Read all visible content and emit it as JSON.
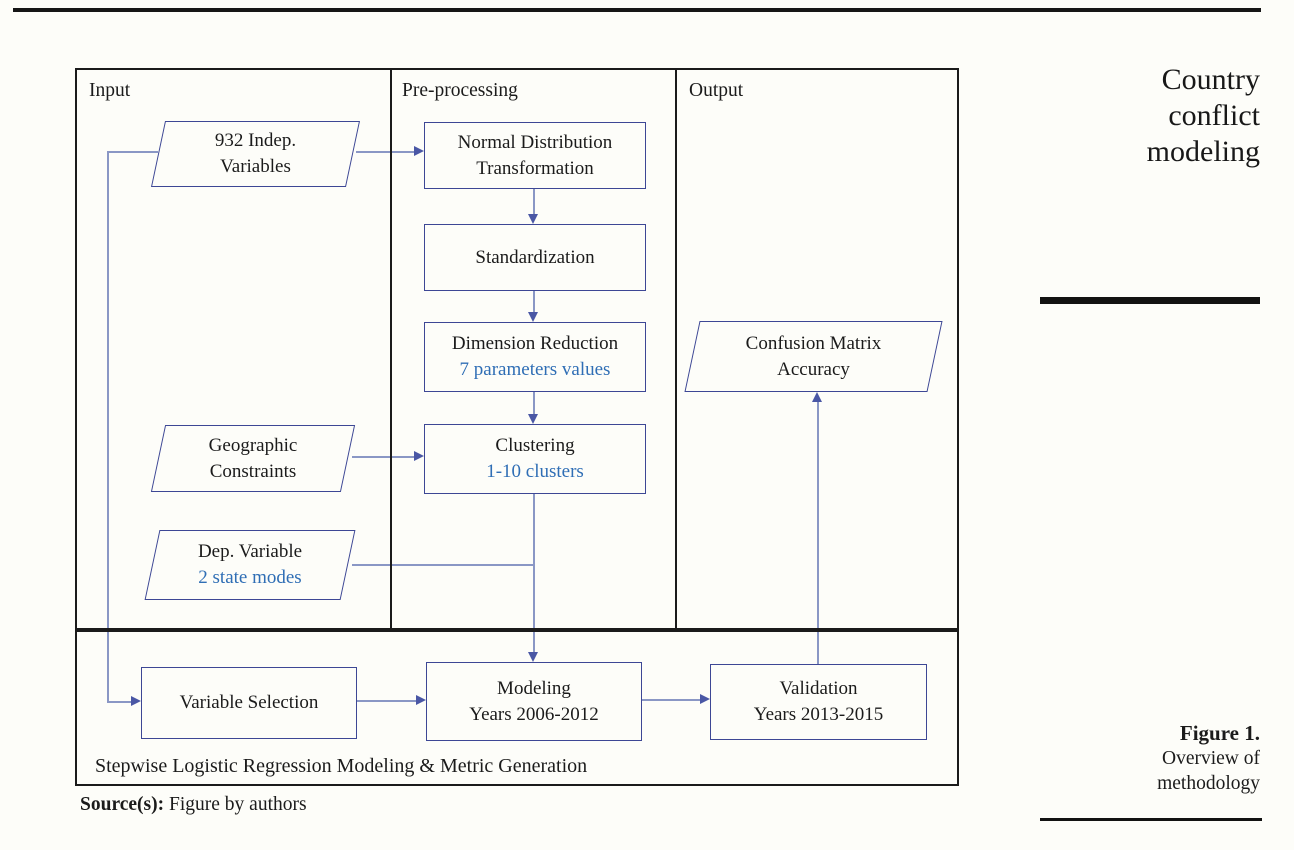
{
  "page_header": {
    "running_title": "Country conflict modeling"
  },
  "figure_caption": {
    "label": "Figure 1.",
    "description": "Overview of methodology"
  },
  "source_note": {
    "prefix": "Source(s):",
    "text": " Figure by authors"
  },
  "diagram": {
    "panel_labels": {
      "input": "Input",
      "preprocessing": "Pre-processing",
      "output": "Output"
    },
    "nodes": {
      "indep_vars": {
        "line1": "932 Indep.",
        "line2": "Variables"
      },
      "geo_constraints": {
        "line1": "Geographic",
        "line2": "Constraints"
      },
      "dep_variable": {
        "line1": "Dep. Variable",
        "line2": "2 state modes"
      },
      "normal_dist": {
        "line1": "Normal Distribution",
        "line2": "Transformation"
      },
      "standardization": {
        "line1": "Standardization"
      },
      "dim_reduction": {
        "line1": "Dimension Reduction",
        "line2": "7 parameters values"
      },
      "clustering": {
        "line1": "Clustering",
        "line2": "1-10 clusters"
      },
      "confusion_matrix": {
        "line1": "Confusion Matrix",
        "line2": "Accuracy"
      },
      "variable_selection": {
        "line1": "Variable Selection"
      },
      "modeling": {
        "line1": "Modeling",
        "line2": "Years 2006-2012"
      },
      "validation": {
        "line1": "Validation",
        "line2": "Years 2013-2015"
      }
    },
    "bottom_label": "Stepwise Logistic Regression Modeling & Metric Generation",
    "colors": {
      "node_border": "#3d4795",
      "connector": "#8a97c5",
      "arrowhead": "#4a57a5",
      "accent_text": "#2f6eb5",
      "rule_black": "#161616"
    }
  }
}
